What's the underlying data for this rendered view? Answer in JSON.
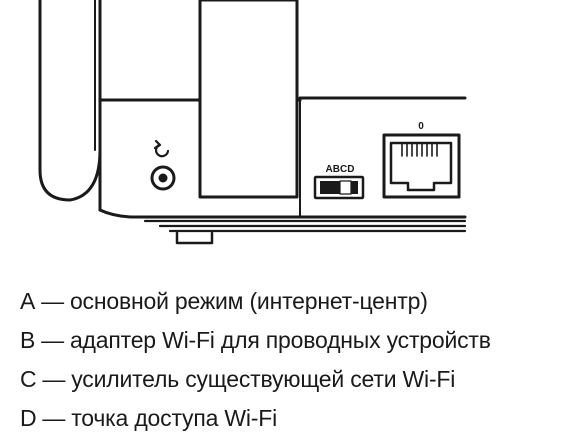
{
  "diagram": {
    "port_label": "0",
    "switch_label": "ABCD"
  },
  "legend": {
    "dash": "—",
    "items": [
      {
        "letter": "A",
        "text": "основной режим (интернет-центр)"
      },
      {
        "letter": "B",
        "text": "адаптер Wi-Fi для проводных устройств"
      },
      {
        "letter": "C",
        "text": "усилитель существующей сети Wi-Fi"
      },
      {
        "letter": "D",
        "text": "точка доступа Wi-Fi"
      }
    ]
  }
}
